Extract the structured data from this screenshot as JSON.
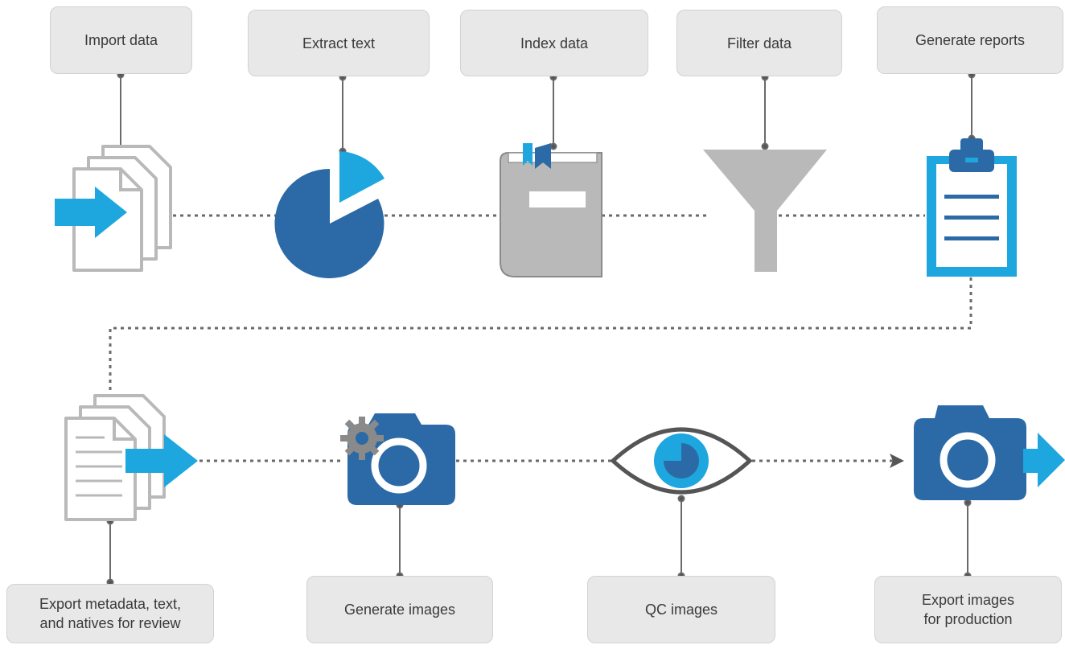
{
  "steps": [
    {
      "id": "import-data",
      "label": "Import data",
      "icon": "documents-import-icon"
    },
    {
      "id": "extract-text",
      "label": "Extract text",
      "icon": "pie-chart-icon"
    },
    {
      "id": "index-data",
      "label": "Index data",
      "icon": "index-book-icon"
    },
    {
      "id": "filter-data",
      "label": "Filter data",
      "icon": "funnel-icon"
    },
    {
      "id": "generate-reports",
      "label": "Generate reports",
      "icon": "clipboard-icon"
    },
    {
      "id": "export-review",
      "label": "Export metadata, text,\nand natives for review",
      "icon": "documents-export-icon"
    },
    {
      "id": "generate-images",
      "label": "Generate images",
      "icon": "camera-gear-icon"
    },
    {
      "id": "qc-images",
      "label": "QC images",
      "icon": "eye-icon"
    },
    {
      "id": "export-production",
      "label": "Export images\nfor production",
      "icon": "camera-export-icon"
    }
  ],
  "colors": {
    "dark_blue": "#2b6aa6",
    "light_blue": "#1ea6df",
    "gray": "#b9b9b9",
    "dark_gray": "#555555",
    "connector": "#6a6a6a"
  }
}
